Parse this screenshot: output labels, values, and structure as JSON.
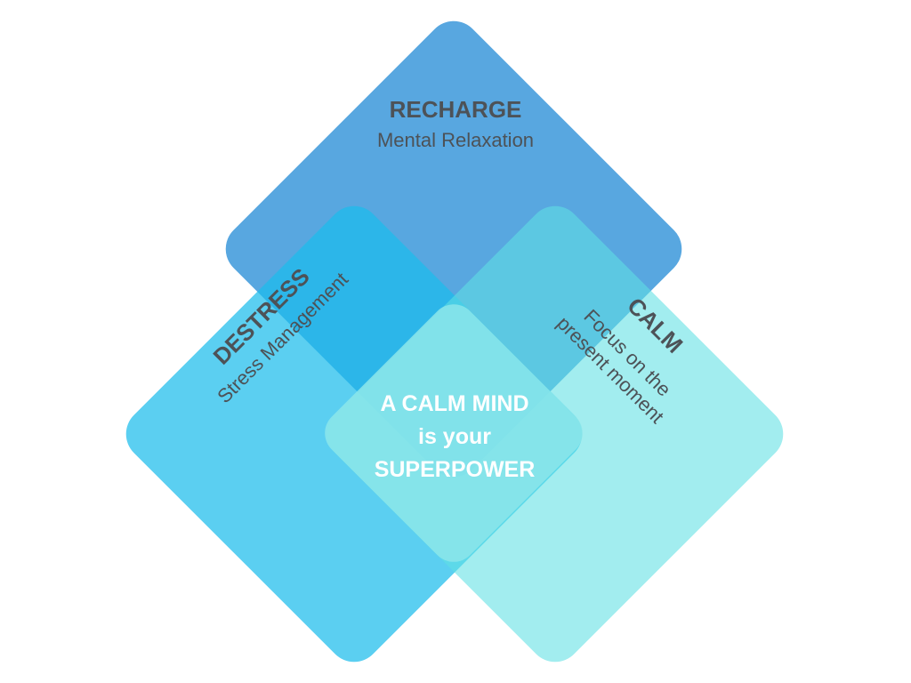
{
  "colors": {
    "recharge": "#4a9fdd",
    "destress": "#33c1ed",
    "calm": "#7fe4e8",
    "center": "#80e3e8",
    "text_dark": "#4d5257",
    "text_light": "#ffffff"
  },
  "recharge": {
    "title": "RECHARGE",
    "subtitle": "Mental Relaxation"
  },
  "destress": {
    "title": "DESTRESS",
    "subtitle": "Stress Management"
  },
  "calm": {
    "title": "CALM",
    "subtitle_line1": "Focus on the",
    "subtitle_line2": "present moment"
  },
  "center": {
    "line1": "A CALM MIND",
    "line2": "is your",
    "line3": "SUPERPOWER"
  }
}
